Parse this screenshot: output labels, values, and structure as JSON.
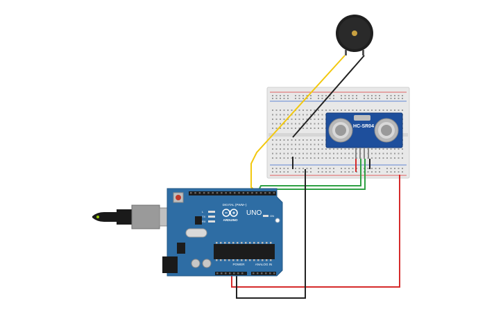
{
  "components": {
    "arduino": {
      "brand": "ARDUINO",
      "model": "UNO",
      "digital_label": "DIGITAL (PWM~)",
      "power_label": "POWER",
      "analog_label": "ANALOG IN",
      "tx_label": "TX",
      "rx_label": "RX",
      "l_label": "L",
      "on_label": "ON",
      "board_color": "#2e6da4"
    },
    "sensor": {
      "label": "HC-SR04",
      "board_color": "#1e4f9c"
    },
    "buzzer": {
      "color": "#222222"
    },
    "breadboard": {
      "color": "#e6e6e6"
    }
  },
  "wires": [
    {
      "name": "wire-yellow",
      "color": "#f2c80f"
    },
    {
      "name": "wire-black-buzzer",
      "color": "#222222"
    },
    {
      "name": "wire-green-1",
      "color": "#2ea043"
    },
    {
      "name": "wire-green-2",
      "color": "#2ea043"
    },
    {
      "name": "wire-red-power",
      "color": "#d62a2a"
    },
    {
      "name": "wire-black-gnd",
      "color": "#222222"
    }
  ]
}
